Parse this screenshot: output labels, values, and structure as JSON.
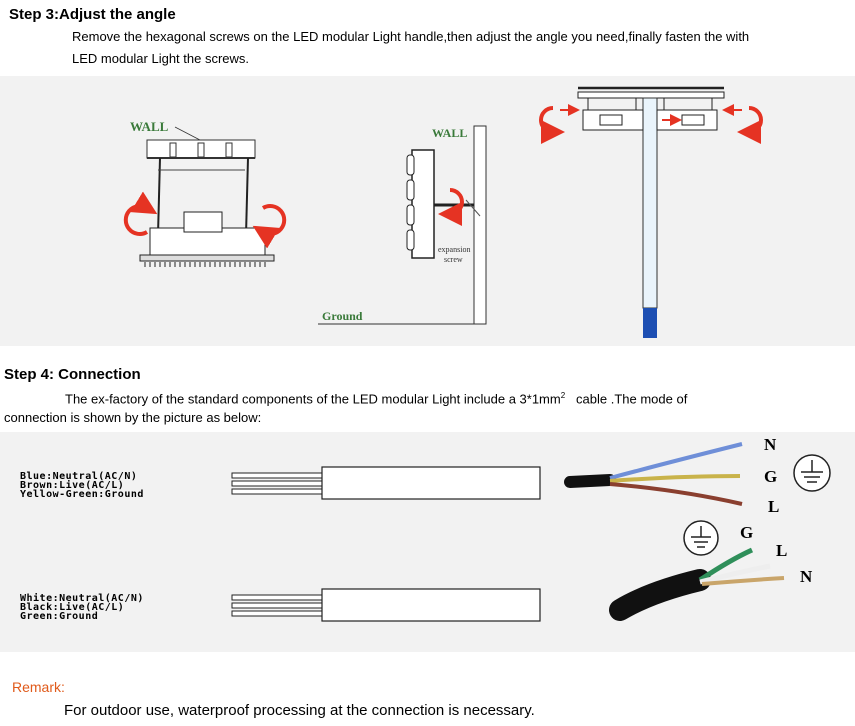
{
  "step3": {
    "title": "Step 3:Adjust the angle",
    "line1": "Remove the hexagonal screws on the LED modular Light handle,then adjust the angle you need,finally fasten the with",
    "line2": "LED modular Light the screws."
  },
  "figure3": {
    "wall_label_1": "WALL",
    "wall_label_2": "WALL",
    "expansion_label_1": "expansion",
    "expansion_label_2": "screw",
    "ground_label": "Ground"
  },
  "step4": {
    "title": "Step 4: Connection",
    "para_a": "The ex-factory of the standard components of the LED modular Light include a 3*1mm",
    "para_sup": "2",
    "para_b": "cable .The mode of",
    "para_line2": "connection is shown by the picture as below:"
  },
  "wiring": {
    "cable1": [
      "Blue:Neutral(AC/N)",
      "Brown:Live(AC/L)",
      "Yellow-Green:Ground"
    ],
    "cable2": [
      "White:Neutral(AC/N)",
      "Black:Live(AC/L)",
      "Green:Ground"
    ],
    "photo1_labels": {
      "n": "N",
      "g": "G",
      "l": "L"
    },
    "photo2_labels": {
      "g": "G",
      "l": "L",
      "n": "N"
    }
  },
  "remark": {
    "title": "Remark:",
    "text": "For outdoor use, waterproof processing at the connection is necessary."
  },
  "colors": {
    "remark": "#e05a1a",
    "arrow": "#e53323",
    "pole_blue": "#1d4fb3",
    "wire_blue": "#6f8fd8",
    "wire_brown": "#8a3f2f",
    "wire_yellow": "#c9b34a"
  }
}
